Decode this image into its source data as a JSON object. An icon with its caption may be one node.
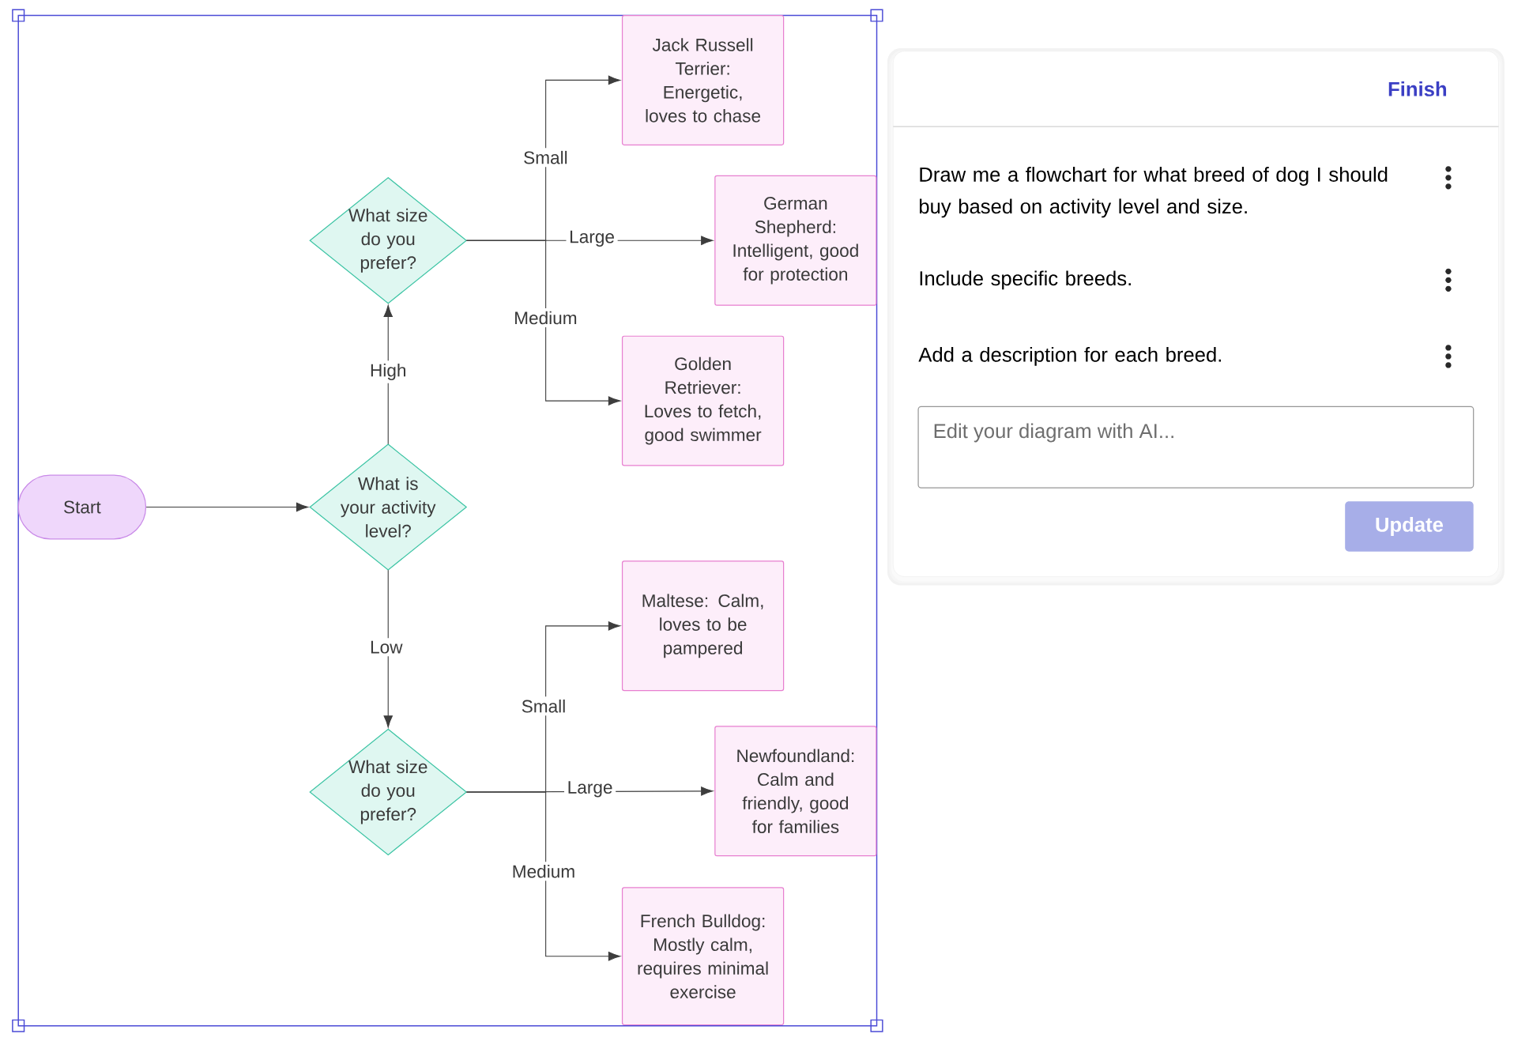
{
  "diagram": {
    "nodes": [
      {
        "text": [
          "Start"
        ]
      },
      {
        "text": [
          "What is your activity level?"
        ]
      },
      {
        "text": [
          "What size do you prefer?"
        ]
      },
      {
        "text": [
          "Jack Russell Terrier: Energetic, loves to chase"
        ]
      },
      {
        "text": [
          "German Shepherd: Intelligent, good for protection"
        ]
      },
      {
        "text": [
          "Golden Retriever: Loves to fetch, good swimmer"
        ]
      },
      {
        "text": [
          "What size do you prefer?"
        ]
      },
      {
        "text": [
          "Maltese: Calm, loves to be pampered"
        ]
      },
      {
        "text": [
          "Newfoundland: Calm and friendly, good for families"
        ]
      },
      {
        "text": [
          "French Bulldog: Mostly calm, requires minimal exercise"
        ]
      }
    ],
    "edges": [
      {
        "from": 0,
        "to": 1,
        "arrow": "to"
      },
      {
        "from": 1,
        "to": 2,
        "arrow": "to",
        "label": "High"
      },
      {
        "from": 1,
        "to": 6,
        "arrow": "to",
        "label": "Low"
      },
      {
        "from": 2,
        "to": 3,
        "arrow": "to",
        "label": "Small"
      },
      {
        "from": 2,
        "to": 4,
        "arrow": "to",
        "label": "Large"
      },
      {
        "from": 2,
        "to": 5,
        "arrow": "to",
        "label": "Medium"
      },
      {
        "from": 6,
        "to": 7,
        "arrow": "to",
        "label": "Small"
      },
      {
        "from": 6,
        "to": 8,
        "arrow": "to",
        "label": "Large"
      },
      {
        "from": 6,
        "to": 9,
        "arrow": "to",
        "label": "Medium"
      }
    ],
    "labels": [
      "Finish",
      "Draw me a flowchart for what breed of dog I should buy based on activity level and size.",
      "Include specific breeds.",
      "Add a description for each breed.",
      "Edit your diagram with AI...",
      "Update"
    ]
  }
}
